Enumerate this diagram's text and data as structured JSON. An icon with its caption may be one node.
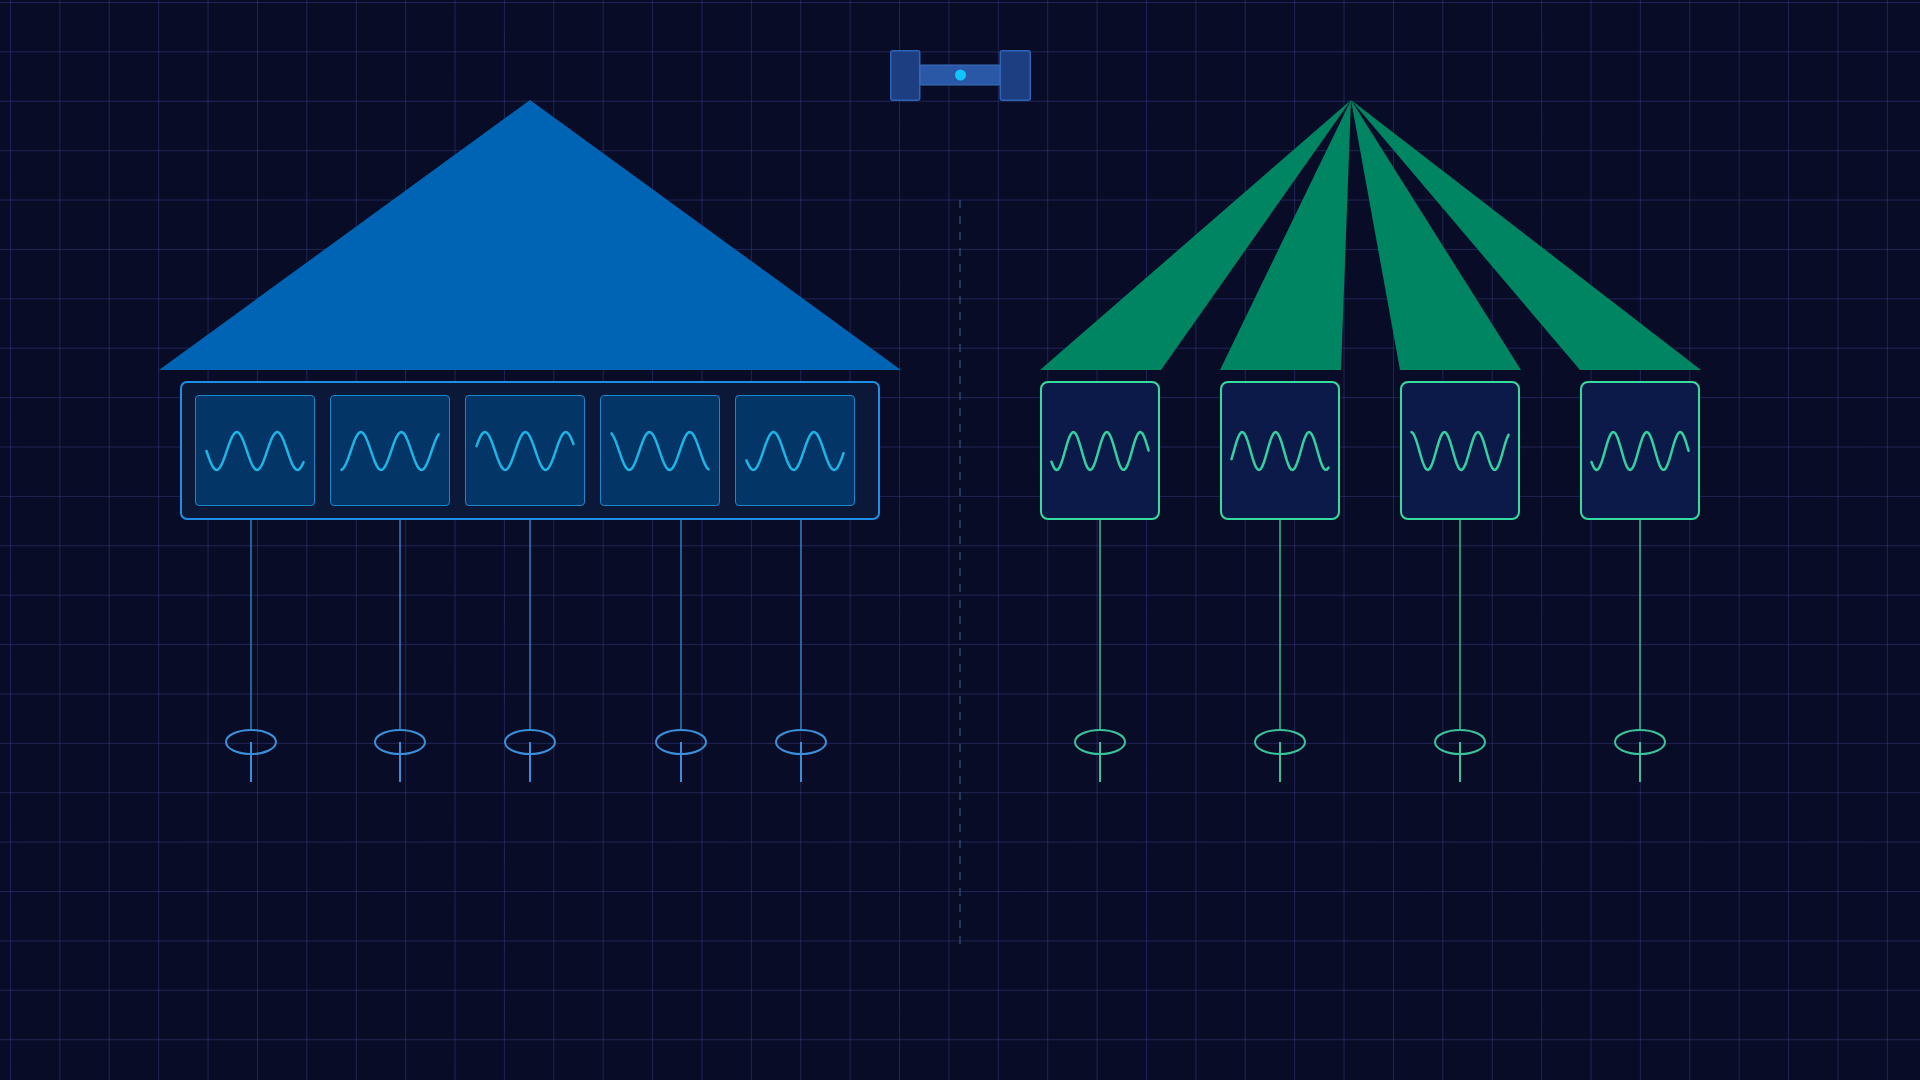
{
  "diagram": {
    "nodes": [
      {
        "text": [],
        "shape": "picture"
      },
      {
        "text": [],
        "shape": "triangle"
      },
      {
        "text": [],
        "shape": "triangle"
      },
      {
        "text": [],
        "shape": "triangle"
      },
      {
        "text": [],
        "shape": "triangle"
      },
      {
        "text": [],
        "shape": "triangle"
      },
      {
        "text": [],
        "shape": "box"
      },
      {
        "text": [],
        "shape": "box",
        "in": 6
      },
      {
        "text": [],
        "shape": "box",
        "in": 6
      },
      {
        "text": [],
        "shape": "box",
        "in": 6
      },
      {
        "text": [],
        "shape": "box",
        "in": 6
      },
      {
        "text": [],
        "shape": "box",
        "in": 6
      },
      {
        "text": [],
        "shape": "box"
      },
      {
        "text": [],
        "shape": "box"
      },
      {
        "text": [],
        "shape": "box"
      },
      {
        "text": [],
        "shape": "box"
      },
      {
        "text": [],
        "shape": "antenna"
      },
      {
        "text": [],
        "shape": "antenna"
      },
      {
        "text": [],
        "shape": "antenna"
      },
      {
        "text": [],
        "shape": "antenna"
      },
      {
        "text": [],
        "shape": "antenna"
      },
      {
        "text": [],
        "shape": "antenna"
      },
      {
        "text": [],
        "shape": "antenna"
      },
      {
        "text": [],
        "shape": "antenna"
      },
      {
        "text": [],
        "shape": "antenna"
      }
    ],
    "edges": [
      {
        "from": 6,
        "to": 16,
        "arrow": "none"
      },
      {
        "from": 6,
        "to": 17,
        "arrow": "none"
      },
      {
        "from": 6,
        "to": 18,
        "arrow": "none"
      },
      {
        "from": 6,
        "to": 19,
        "arrow": "none"
      },
      {
        "from": 6,
        "to": 20,
        "arrow": "none"
      },
      {
        "from": 12,
        "to": 21,
        "arrow": "none",
        "color": "#2fbf95"
      },
      {
        "from": 13,
        "to": 22,
        "arrow": "none",
        "color": "#2fbf95"
      },
      {
        "from": 14,
        "to": 23,
        "arrow": "none",
        "color": "#2fbf95"
      },
      {
        "from": 15,
        "to": 24,
        "arrow": "none",
        "color": "#2fbf95"
      }
    ]
  }
}
